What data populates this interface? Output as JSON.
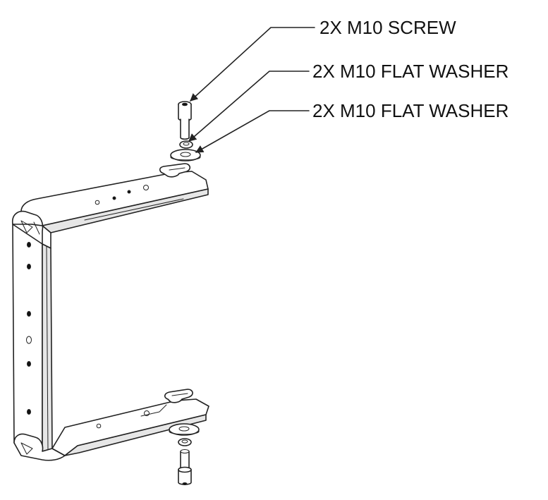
{
  "callouts": [
    {
      "text": "2X M10 SCREW"
    },
    {
      "text": "2X M10 FLAT WASHER"
    },
    {
      "text": "2X M10 FLAT WASHER"
    }
  ],
  "parts": [
    "m10-screw",
    "m10-small-washer",
    "m10-large-washer",
    "u-bracket"
  ],
  "colors": {
    "line": "#222222",
    "background": "#ffffff",
    "shade": "#e6e6e6"
  }
}
